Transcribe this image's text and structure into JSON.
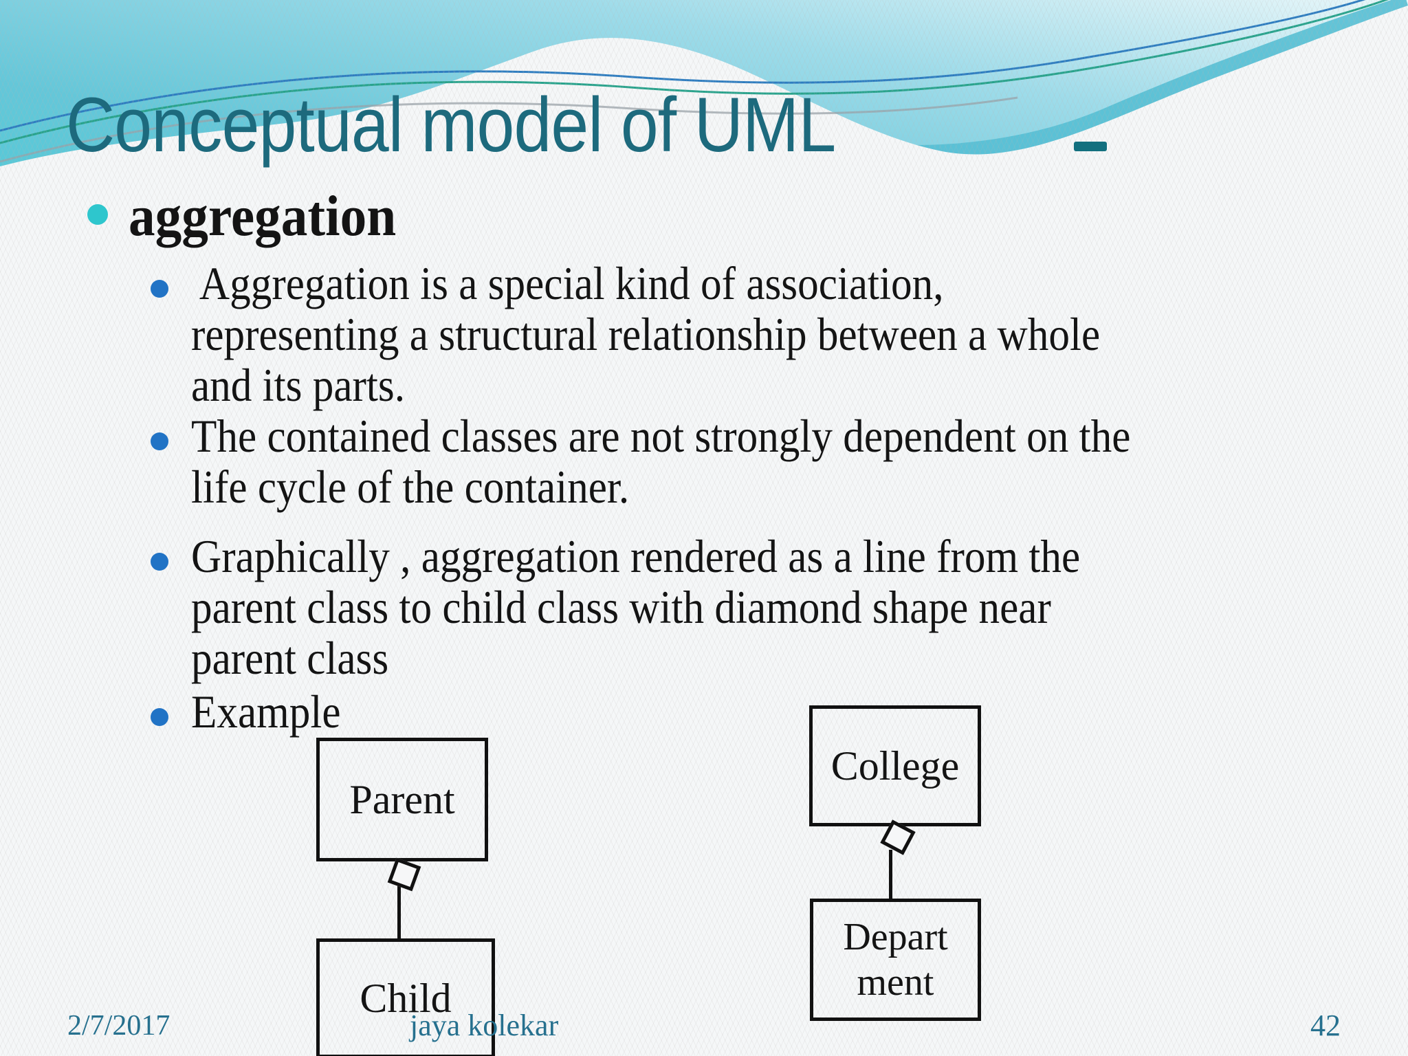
{
  "title": "Conceptual model of UML",
  "bullets": {
    "level1_label": "aggregation",
    "items": [
      {
        "lines": [
          " Aggregation is a special kind of association,",
          "representing a structural relationship between a whole",
          "and its parts."
        ]
      },
      {
        "lines": [
          "The contained classes are not strongly dependent on the",
          "life cycle of the container."
        ]
      },
      {
        "lines": [
          "Graphically , aggregation rendered as a line from the",
          "parent class to child class with diamond shape near",
          "parent class"
        ]
      },
      {
        "lines": [
          "Example"
        ]
      }
    ]
  },
  "diagrams": {
    "parent_child": {
      "whole": "Parent",
      "part": "Child"
    },
    "college_department": {
      "whole": "College",
      "part_line1": "Depart",
      "part_line2": "ment"
    }
  },
  "footer": {
    "date": "2/7/2017",
    "author": "jaya kolekar",
    "slide_number": "42"
  },
  "colors": {
    "title_text": "#1d6a7d",
    "body_text": "#141414",
    "level1_bullet": "#2ec6cd",
    "level2_bullet": "#2173c5",
    "footer_text": "#26708e",
    "wave_cyan_dark": "#49cbd6",
    "wave_cyan_light": "#e8f7fa",
    "wave_stripe": "#55bfd4",
    "accent_blue": "#2e7dc0",
    "accent_green": "#28a38c",
    "accent_gray": "#98a2a8",
    "diagram_stroke": "#111111",
    "page_background": "#f5f7f8"
  }
}
